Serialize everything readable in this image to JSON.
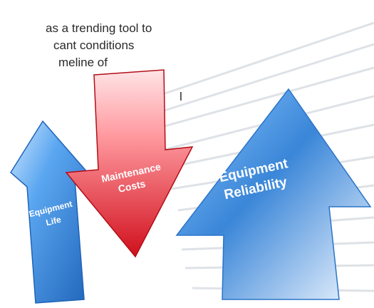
{
  "text_lines": [
    "as a trending tool to",
    "cant conditions",
    "meline of",
    "l"
  ],
  "arrows": {
    "equipment_life": {
      "line1": "Equipment",
      "line2": "Life",
      "direction": "up",
      "color": "#3a86d8"
    },
    "maintenance_costs": {
      "line1": "Maintenance",
      "line2": "Costs",
      "direction": "down",
      "color": "#e0202a"
    },
    "equipment_reliability": {
      "line1": "Equipment",
      "line2": "Reliability",
      "direction": "up",
      "color": "#3a86d8"
    }
  },
  "colors": {
    "blue_light": "#e8f4ff",
    "blue_dark": "#1f63b8",
    "red_light": "#ffd9dc",
    "red_dark": "#c4101c",
    "stripe": "#d9dde3"
  }
}
